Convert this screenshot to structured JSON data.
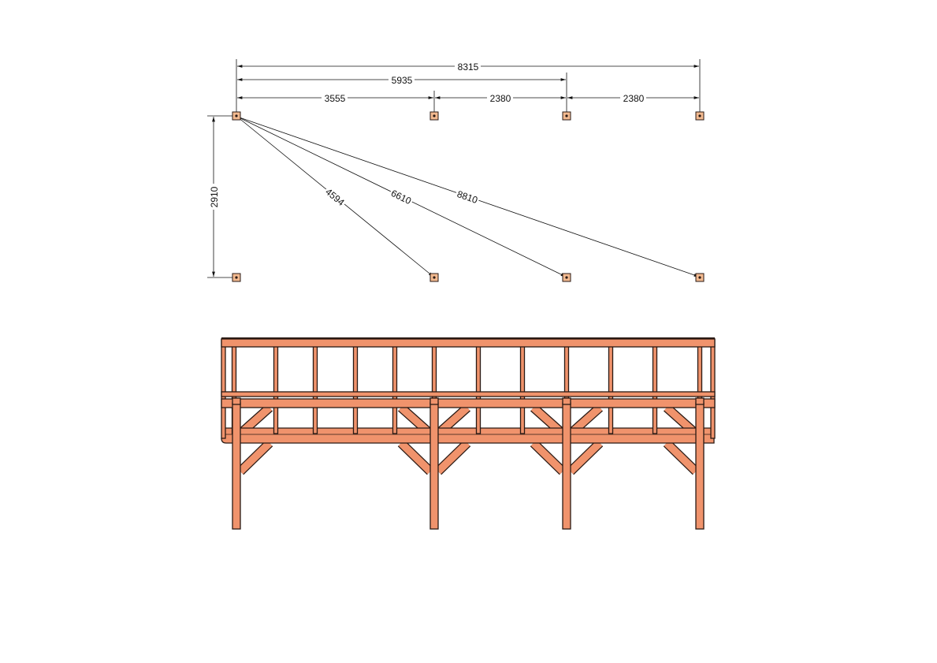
{
  "colors": {
    "wood": "#f0936c",
    "outline": "#2a1a14",
    "post_cap": "#f2b98f",
    "line": "#111111"
  },
  "plan": {
    "dimensions": {
      "total": "8315",
      "middle": "5935",
      "segments": [
        "3555",
        "2380",
        "2380"
      ],
      "depth": "2910",
      "diagonals": [
        "4594",
        "6610",
        "8810"
      ]
    }
  }
}
